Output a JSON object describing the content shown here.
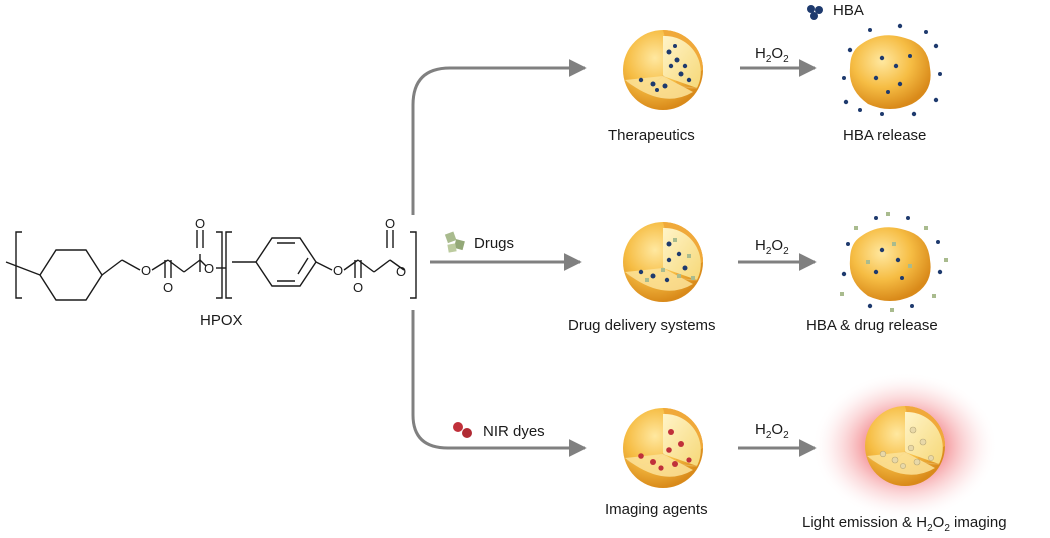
{
  "polymer": {
    "name": "HPOX",
    "atom_o": "O"
  },
  "legend": {
    "hba": "HBA",
    "drugs": "Drugs",
    "nir_dyes": "NIR dyes"
  },
  "reagent": {
    "h": "H",
    "sub2": "2",
    "o": "O"
  },
  "rows": [
    {
      "carrier_label": "Therapeutics",
      "result_label": "HBA release"
    },
    {
      "carrier_label": "Drug delivery systems",
      "result_label": "HBA & drug release"
    },
    {
      "carrier_label": "Imaging agents",
      "result_label_prefix": "Light emission & ",
      "result_label_suffix": " imaging"
    }
  ],
  "colors": {
    "arrow": "#808080",
    "particle_shell": "#f3b43a",
    "particle_core": "#fde9a0",
    "hba_dot": "#1e3a6e",
    "drug_cube": "#a9bb8e",
    "nir_dye": "#c0303a",
    "glow": "#ee4a52"
  }
}
